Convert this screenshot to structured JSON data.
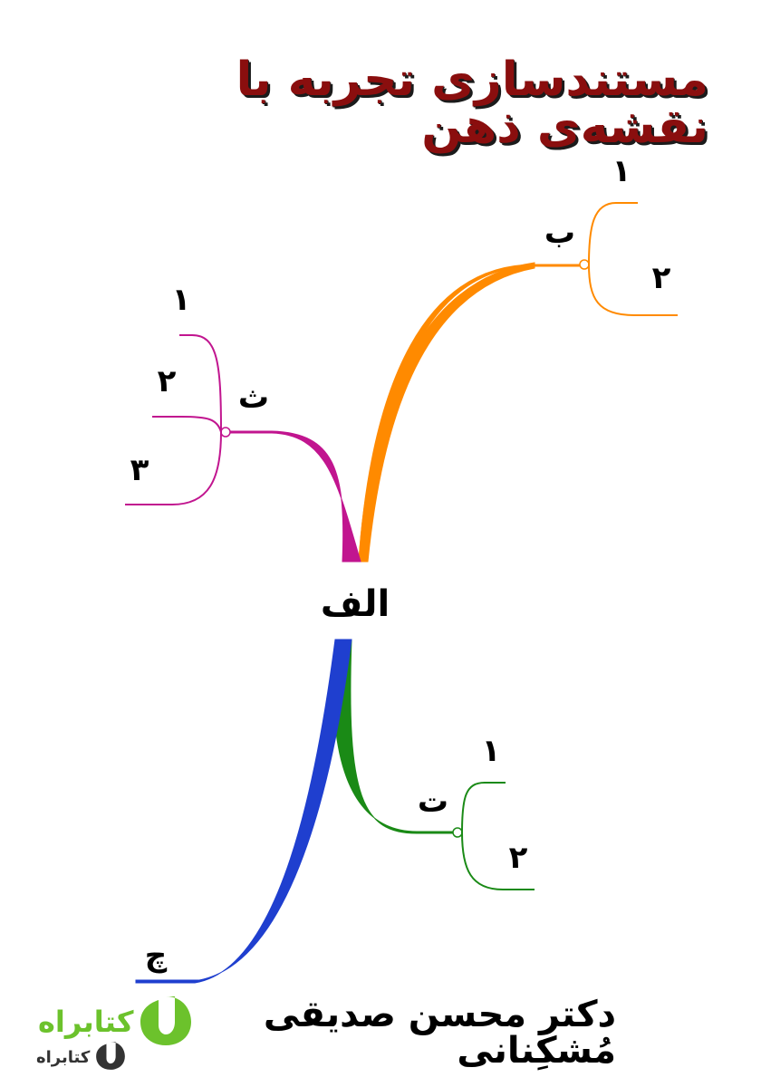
{
  "title": {
    "text": "مستندسازی تجربه با نقشه‌ی ذهن",
    "color": "#8a0e0e"
  },
  "author": "دکتر محسن صدیقی مُشکِنانی",
  "logo": {
    "text": "کتابراه",
    "icon": "leaf-icon",
    "color": "#6cc22c",
    "small_color": "#333333"
  },
  "mindmap": {
    "center": {
      "label": "الف"
    },
    "branches": [
      {
        "id": "b",
        "label": "ب",
        "color": "#ff8a00",
        "children": [
          "۱",
          "۲"
        ]
      },
      {
        "id": "s",
        "label": "ث",
        "color": "#c1158f",
        "children": [
          "۱",
          "۲",
          "۳"
        ]
      },
      {
        "id": "t",
        "label": "ت",
        "color": "#1a8a16",
        "children": [
          "۱",
          "۲"
        ]
      },
      {
        "id": "ch",
        "label": "چ",
        "color": "#1f3fcf",
        "children": []
      }
    ]
  }
}
